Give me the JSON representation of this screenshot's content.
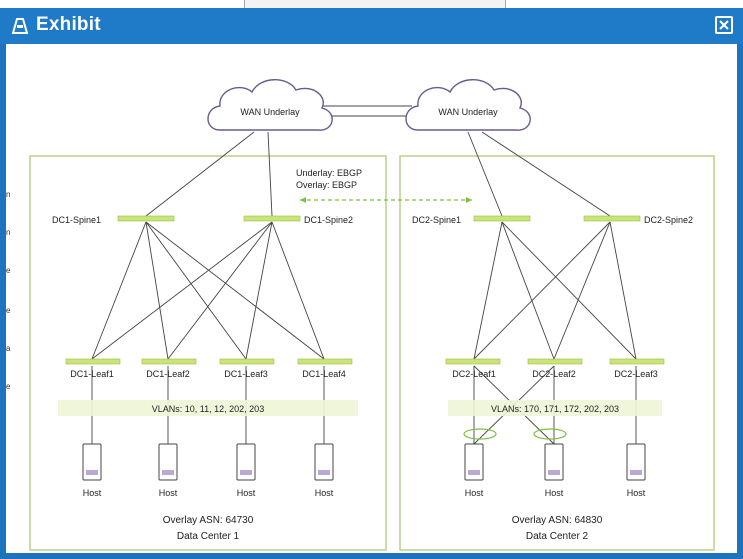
{
  "window": {
    "title": "Exhibit",
    "close_icon": "close-icon",
    "title_icon": "exhibit-icon",
    "accent_color": "#1f7ac8"
  },
  "side_letters": [
    "n",
    "n",
    "e",
    "e",
    "a",
    "e"
  ],
  "diagram": {
    "wan_left": "WAN Underlay",
    "wan_right": "WAN Underlay",
    "underlay_label": "Underlay: EBGP",
    "overlay_label": "Overlay: EBGP",
    "dc1": {
      "spine1": "DC1-Spine1",
      "spine2": "DC1-Spine2",
      "leaf1": "DC1-Leaf1",
      "leaf2": "DC1-Leaf2",
      "leaf3": "DC1-Leaf3",
      "leaf4": "DC1-Leaf4",
      "vlans": "VLANs: 10, 11, 12, 202, 203",
      "hosts": [
        "Host",
        "Host",
        "Host",
        "Host"
      ],
      "asn": "Overlay ASN: 64730",
      "name": "Data Center 1"
    },
    "dc2": {
      "spine1": "DC2-Spine1",
      "spine2": "DC2-Spine2",
      "leaf1": "DC2-Leaf1",
      "leaf2": "DC2-Leaf2",
      "leaf3": "DC2-Leaf3",
      "vlans": "VLANs: 170, 171, 172, 202, 203",
      "hosts": [
        "Host",
        "Host",
        "Host"
      ],
      "asn": "Overlay ASN: 64830",
      "name": "Data Center 2"
    },
    "colors": {
      "dc_border": "#a9c46a",
      "vlan_band": "#eef5d6",
      "device_green": "#c9e57a",
      "lines": "#444444",
      "dashed": "#7fbf3f"
    }
  }
}
